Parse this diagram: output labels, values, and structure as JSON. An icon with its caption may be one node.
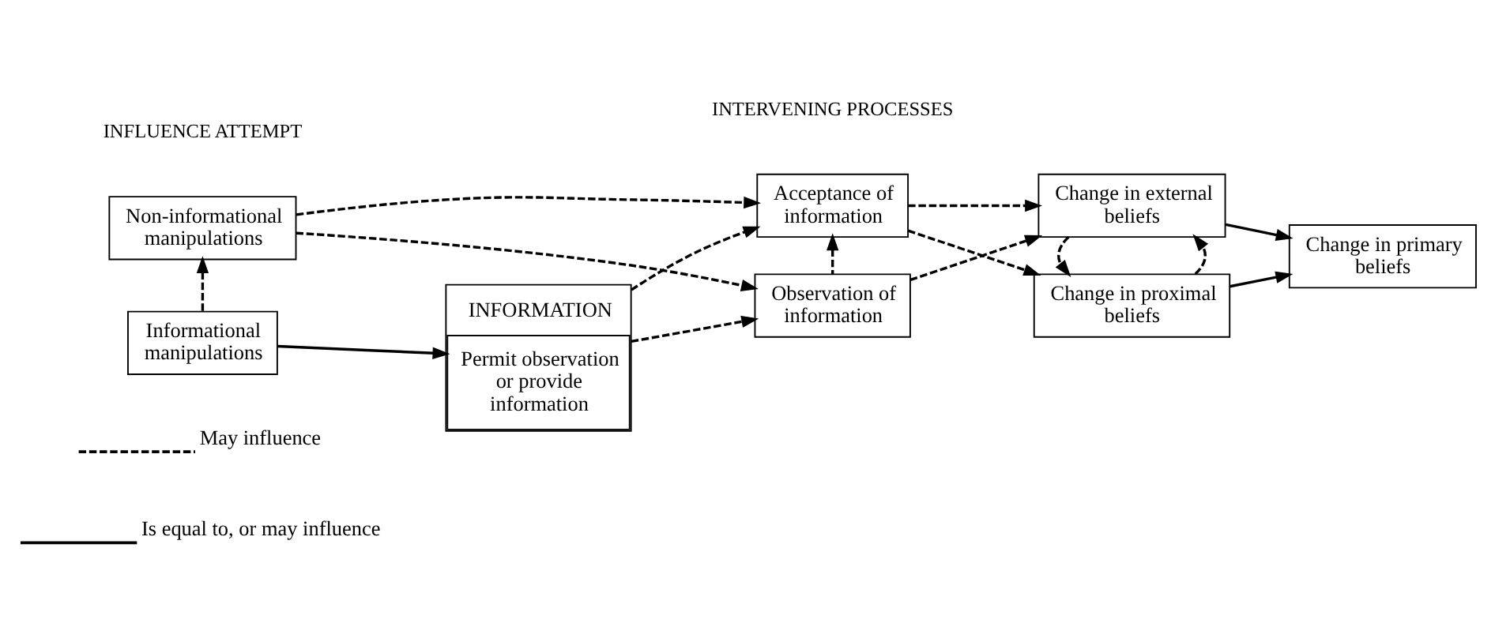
{
  "diagram": {
    "nodes": [
      {
        "text": [
          "Non-informational manipulations"
        ]
      },
      {
        "text": [
          "INFORMATION",
          "Permit observation or provide information"
        ]
      },
      {
        "text": [
          "Acceptance of information"
        ]
      },
      {
        "text": [
          "Change in proximal beliefs"
        ]
      },
      {
        "text": [
          "Change in primary beliefs"
        ]
      },
      {
        "text": [
          "Informational manipulations"
        ]
      },
      {
        "text": [
          "Observation of information"
        ]
      },
      {
        "text": [
          "Change in external beliefs"
        ]
      }
    ],
    "edges": [
      {
        "from": 5,
        "to": 0,
        "arrow": "to",
        "style": "dashed"
      },
      {
        "from": 5,
        "to": 1,
        "arrow": "to"
      },
      {
        "from": 0,
        "to": 2,
        "arrow": "to",
        "style": "dashed"
      },
      {
        "from": 0,
        "to": 6,
        "arrow": "to",
        "style": "dashed"
      },
      {
        "from": 1,
        "to": 2,
        "arrow": "to",
        "style": "dashed"
      },
      {
        "from": 1,
        "to": 6,
        "arrow": "to",
        "style": "dashed"
      },
      {
        "from": 6,
        "to": 2,
        "arrow": "to",
        "style": "dashed"
      },
      {
        "from": 2,
        "to": 3,
        "arrow": "to",
        "style": "dashed"
      },
      {
        "from": 2,
        "to": 7,
        "arrow": "to",
        "style": "dashed"
      },
      {
        "from": 6,
        "to": 7,
        "arrow": "to",
        "style": "dashed"
      },
      {
        "from": 3,
        "to": 7,
        "arrow": "to",
        "style": "dashed"
      },
      {
        "from": 7,
        "to": 3,
        "arrow": "to",
        "style": "dashed"
      },
      {
        "from": 3,
        "to": 4,
        "arrow": "to"
      },
      {
        "from": 7,
        "to": 4,
        "arrow": "to"
      }
    ],
    "labels": [
      "INFLUENCE ATTEMPT",
      "INTERVENING PROCESSES"
    ],
    "legend": [
      {
        "text": "May influence"
      },
      {
        "text": "Is equal to, or may influence"
      }
    ]
  }
}
